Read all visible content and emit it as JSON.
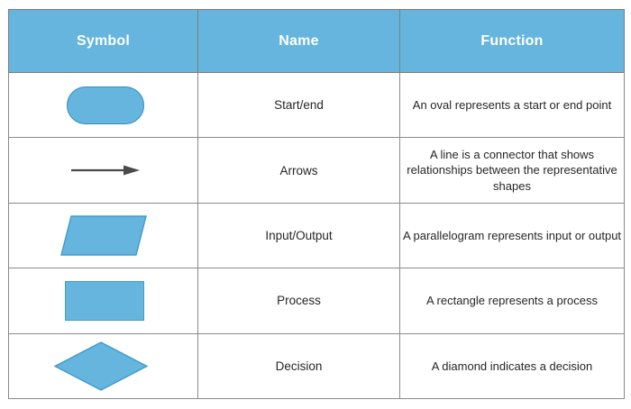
{
  "table": {
    "headers": [
      {
        "id": "symbol",
        "label": "Symbol"
      },
      {
        "id": "name",
        "label": "Name"
      },
      {
        "id": "function",
        "label": "Function"
      }
    ],
    "rows": [
      {
        "shape": "oval",
        "shape_icon": "rounded-rectangle-shape",
        "name": "Start/end",
        "function": "An oval represents a start or end point"
      },
      {
        "shape": "arrow",
        "shape_icon": "right-arrow-shape",
        "name": "Arrows",
        "function": "A line is a connector that shows relationships between the representative shapes"
      },
      {
        "shape": "parallelogram",
        "shape_icon": "parallelogram-shape",
        "name": "Input/Output",
        "function": "A parallelogram represents input or output"
      },
      {
        "shape": "rectangle",
        "shape_icon": "rectangle-shape",
        "name": "Process",
        "function": "A rectangle represents a process"
      },
      {
        "shape": "diamond",
        "shape_icon": "diamond-shape",
        "name": "Decision",
        "function": "A diamond indicates a decision"
      }
    ]
  },
  "colors": {
    "header_background": "#65b5de",
    "header_text": "#ffffff",
    "shape_fill": "#65b5de",
    "shape_stroke": "#3f9bcd",
    "arrow": "#4a4a4a",
    "border": "#8a8a8a",
    "body_text": "#262626",
    "page_background": "#ffffff"
  }
}
